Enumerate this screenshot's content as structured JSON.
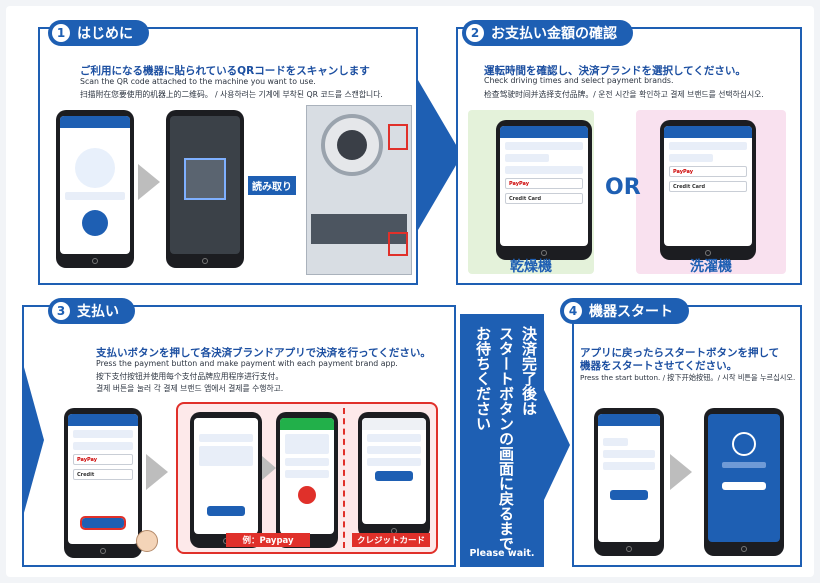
{
  "steps": {
    "s1": {
      "num": "1",
      "title": "はじめに",
      "jp": "ご利用になる機器に貼られているQRコードをスキャンします",
      "en": "Scan the QR code attached to the machine you want to use.",
      "zhko": "扫描附在您要使用的机器上的二维码。 /  사용하려는 기계에 부착된 QR 코드를 스캔합니다.",
      "read": "読み取り"
    },
    "s2": {
      "num": "2",
      "title": "お支払い金額の確認",
      "jp": "運転時間を確認し、決済ブランドを選択してください。",
      "en": "Check driving times and select payment brands.",
      "zhko": "检查驾驶时间并选择支付品牌。/ 운전 시간을 확인하고 결제 브랜드를 선택하십시오.",
      "or": "OR",
      "dryer": "乾燥機",
      "washer": "洗濯機"
    },
    "s3": {
      "num": "3",
      "title": "支払い",
      "jp": "支払いボタンを押して各決済ブランドアプリで決済を行ってください。",
      "en": "Press the payment button and make payment with each payment brand app.",
      "zh": "按下支付按钮并使用每个支付品牌应用程序进行支付。",
      "ko": "결제 버튼을 눌러 각 결제 브랜드 앱에서 결제를 수행하고.",
      "cap1": "例：Paypay",
      "cap2": "クレジットカード"
    },
    "s4": {
      "num": "4",
      "title": "機器スタート",
      "jp1": "アプリに戻ったらスタートボタンを押して",
      "jp2": "機器をスタートさせてください。",
      "en": "Press the start button. /  按下开始按钮。/ 시작 비튼을 누르십시오."
    }
  },
  "vertical": {
    "c1": "決済完了後は",
    "c2": "スタートボタンの画面に戻るまで",
    "c3": "お待ちください",
    "en": "Please wait."
  },
  "colors": {
    "primary": "#1e5fb3",
    "accent": "#e0302a"
  }
}
